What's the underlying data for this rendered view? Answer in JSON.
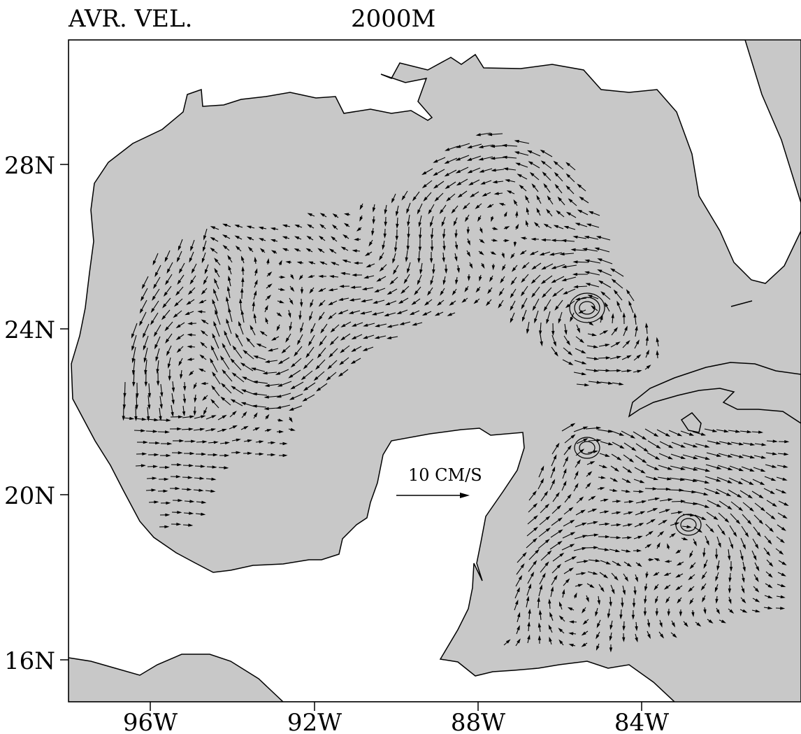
{
  "map": {
    "title_left": "AVR. VEL.",
    "title_depth": "2000M",
    "scale_label": "10 CM/S",
    "lat_labels": [
      "28N",
      "24N",
      "20N",
      "16N"
    ],
    "lon_labels": [
      "96W",
      "92W",
      "88W",
      "84W"
    ],
    "colors": {
      "land": "#c8c8c8",
      "ocean": "#ffffff",
      "ink": "#000000"
    }
  }
}
